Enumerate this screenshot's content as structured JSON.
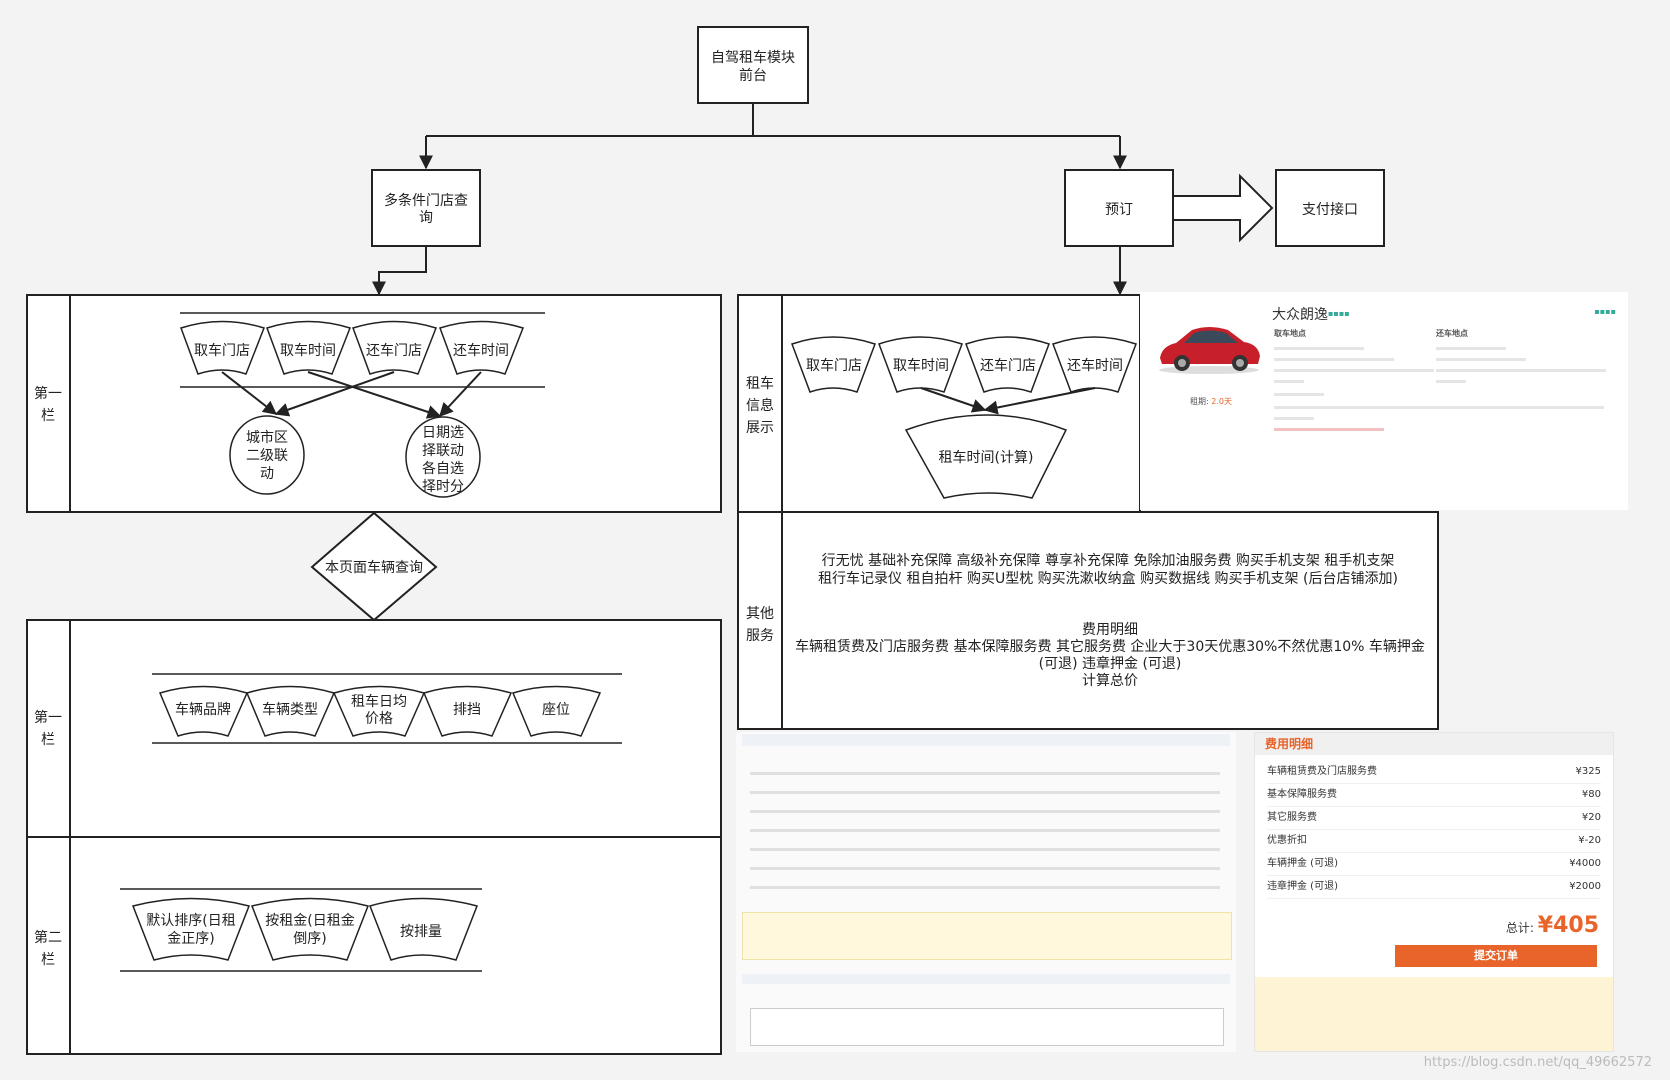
{
  "top": {
    "root": [
      "自驾租车模块",
      "前台"
    ],
    "store_search": [
      "多条件门店查",
      "询"
    ],
    "booking": "预订",
    "payment": "支付接口"
  },
  "left_panel_1": {
    "header": [
      "第一",
      "栏"
    ],
    "options": [
      "取车门店",
      "取车时间",
      "还车门店",
      "还车时间"
    ],
    "city_linkage": [
      "城市区",
      "二级联",
      "动"
    ],
    "date_linkage": [
      "日期选",
      "择联动",
      "各自选",
      "择时分"
    ]
  },
  "diamond": "本页面车辆查询",
  "left_panel_2": {
    "header": [
      "第一",
      "栏"
    ],
    "options": [
      [
        "车辆品牌"
      ],
      [
        "车辆类型"
      ],
      [
        "租车日均",
        "价格"
      ],
      [
        "排挡"
      ],
      [
        "座位"
      ]
    ]
  },
  "left_panel_3": {
    "header": [
      "第二",
      "栏"
    ],
    "options": [
      [
        "默认排序(日租",
        "金正序)"
      ],
      [
        "按租金(日租金",
        "倒序)"
      ],
      [
        "按排量"
      ]
    ]
  },
  "right_panel_1": {
    "header": [
      "租车",
      "信息",
      "展示"
    ],
    "options": [
      "取车门店",
      "取车时间",
      "还车门店",
      "还车时间"
    ],
    "result": "租车时间(计算)"
  },
  "right_panel_2": {
    "header": [
      "其他",
      "服务"
    ],
    "services_line1": "行无忧 基础补充保障 高级补充保障 尊享补充保障 免除加油服务费 购买手机支架 租手机支架",
    "services_line2": "租行车记录仪 租自拍杆 购买U型枕 购买洗漱收纳盒 购买数据线 购买手机支架 (后台店铺添加)",
    "fee_title": "费用明细",
    "fee_line1": "车辆租赁费及门店服务费 基本保障服务费 其它服务费 企业大于30天优惠30%不然优惠10% 车辆押金",
    "fee_line2": "(可退) 违章押金 (可退)",
    "fee_line3": "计算总价"
  },
  "car_card": {
    "name": "大众朗逸",
    "duration_label": "租期:",
    "duration_value": "2.0天",
    "pickup_head": "取车地点",
    "return_head": "还车地点"
  },
  "fee_card": {
    "title": "费用明细",
    "rows": [
      {
        "label": "车辆租赁费及门店服务费",
        "value": "¥325"
      },
      {
        "label": "基本保障服务费",
        "value": "¥80"
      },
      {
        "label": "其它服务费",
        "value": "¥20"
      },
      {
        "label": "优惠折扣",
        "value": "¥-20"
      },
      {
        "label": "车辆押金 (可退)",
        "value": "¥4000"
      },
      {
        "label": "违章押金 (可退)",
        "value": "¥2000"
      }
    ],
    "total_label": "总计:",
    "total_value": "¥405",
    "submit": "提交订单"
  },
  "watermark": "https://blog.csdn.net/qq_49662572",
  "colors": {
    "line": "#222222",
    "orange": "#e8642a",
    "note_bg": "#fff8dc"
  }
}
